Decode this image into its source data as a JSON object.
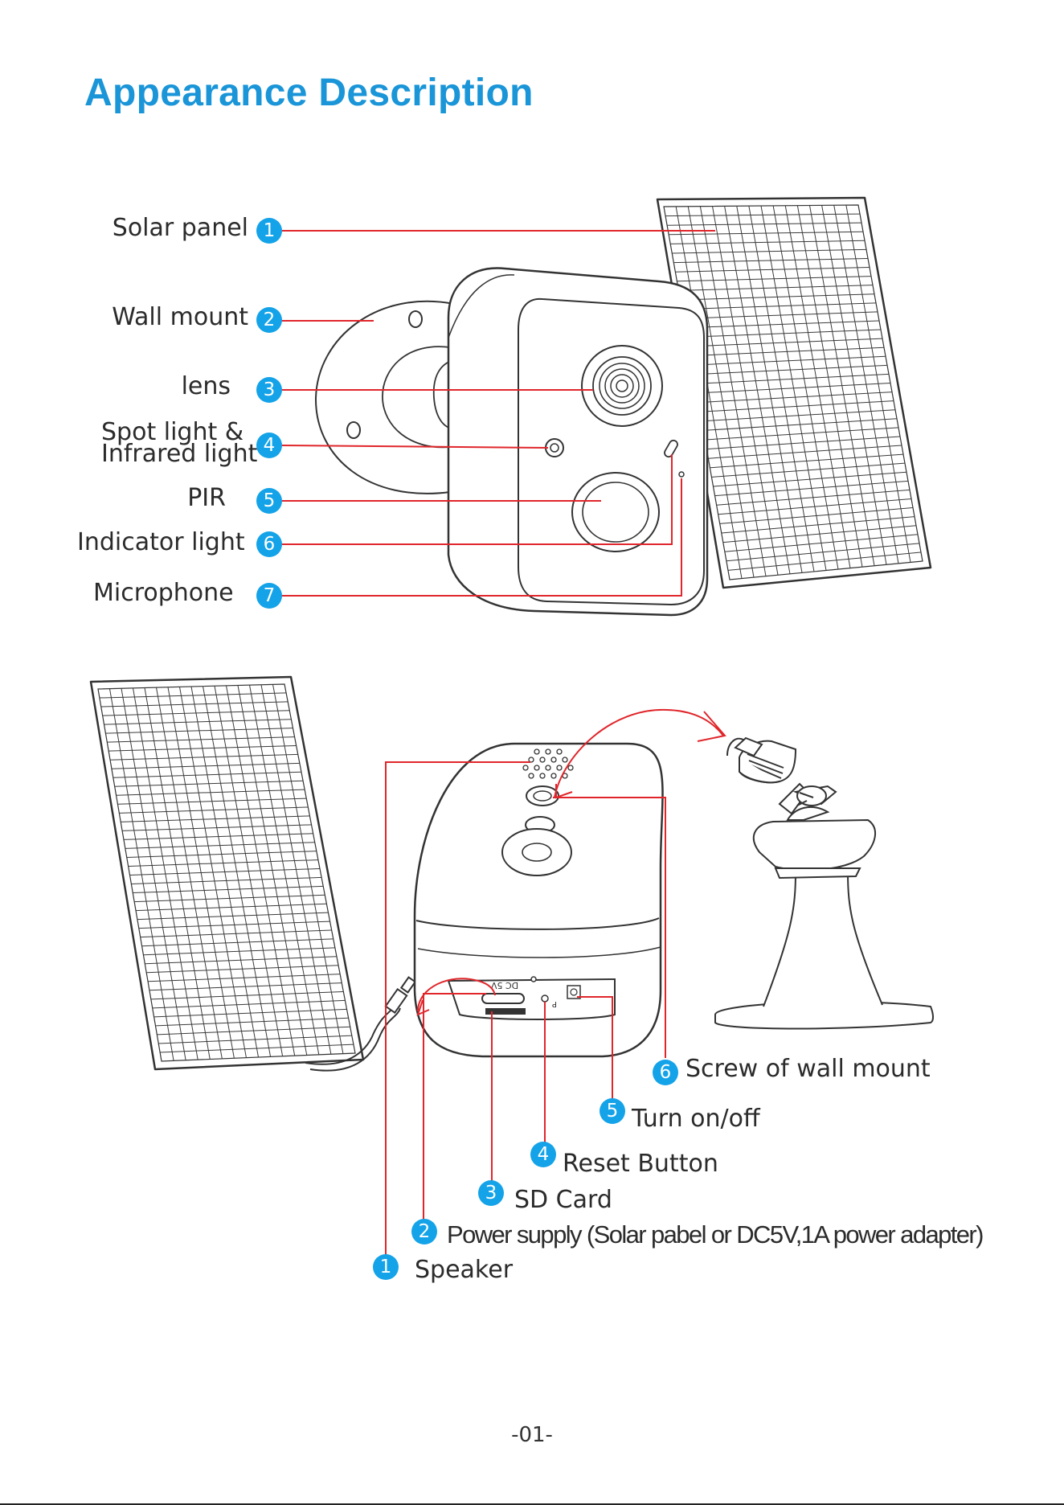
{
  "title": "Appearance Description",
  "front_view": {
    "labels": [
      {
        "num": "1",
        "text": "Solar panel"
      },
      {
        "num": "2",
        "text": "Wall mount"
      },
      {
        "num": "3",
        "text": "lens"
      },
      {
        "num": "4",
        "text_line1": "Spot light &",
        "text_line2": "Infrared light"
      },
      {
        "num": "5",
        "text": "PIR"
      },
      {
        "num": "6",
        "text": "Indicator light"
      },
      {
        "num": "7",
        "text": "Microphone"
      }
    ]
  },
  "bottom_view": {
    "port_markings": [
      "DC 5V",
      "P"
    ],
    "labels": [
      {
        "num": "1",
        "text": "Speaker"
      },
      {
        "num": "2",
        "text": "Power supply (Solar pabel or DC5V,1A power adapter)"
      },
      {
        "num": "3",
        "text": "SD Card"
      },
      {
        "num": "4",
        "text": "Reset Button"
      },
      {
        "num": "5",
        "text": "Turn on/off"
      },
      {
        "num": "6",
        "text": "Screw of wall mount"
      }
    ]
  },
  "page_number": "-01-",
  "colors": {
    "accent": "#1a95d8",
    "badge": "#14a3e8",
    "leader": "#e0262b",
    "line_art": "#333333"
  }
}
